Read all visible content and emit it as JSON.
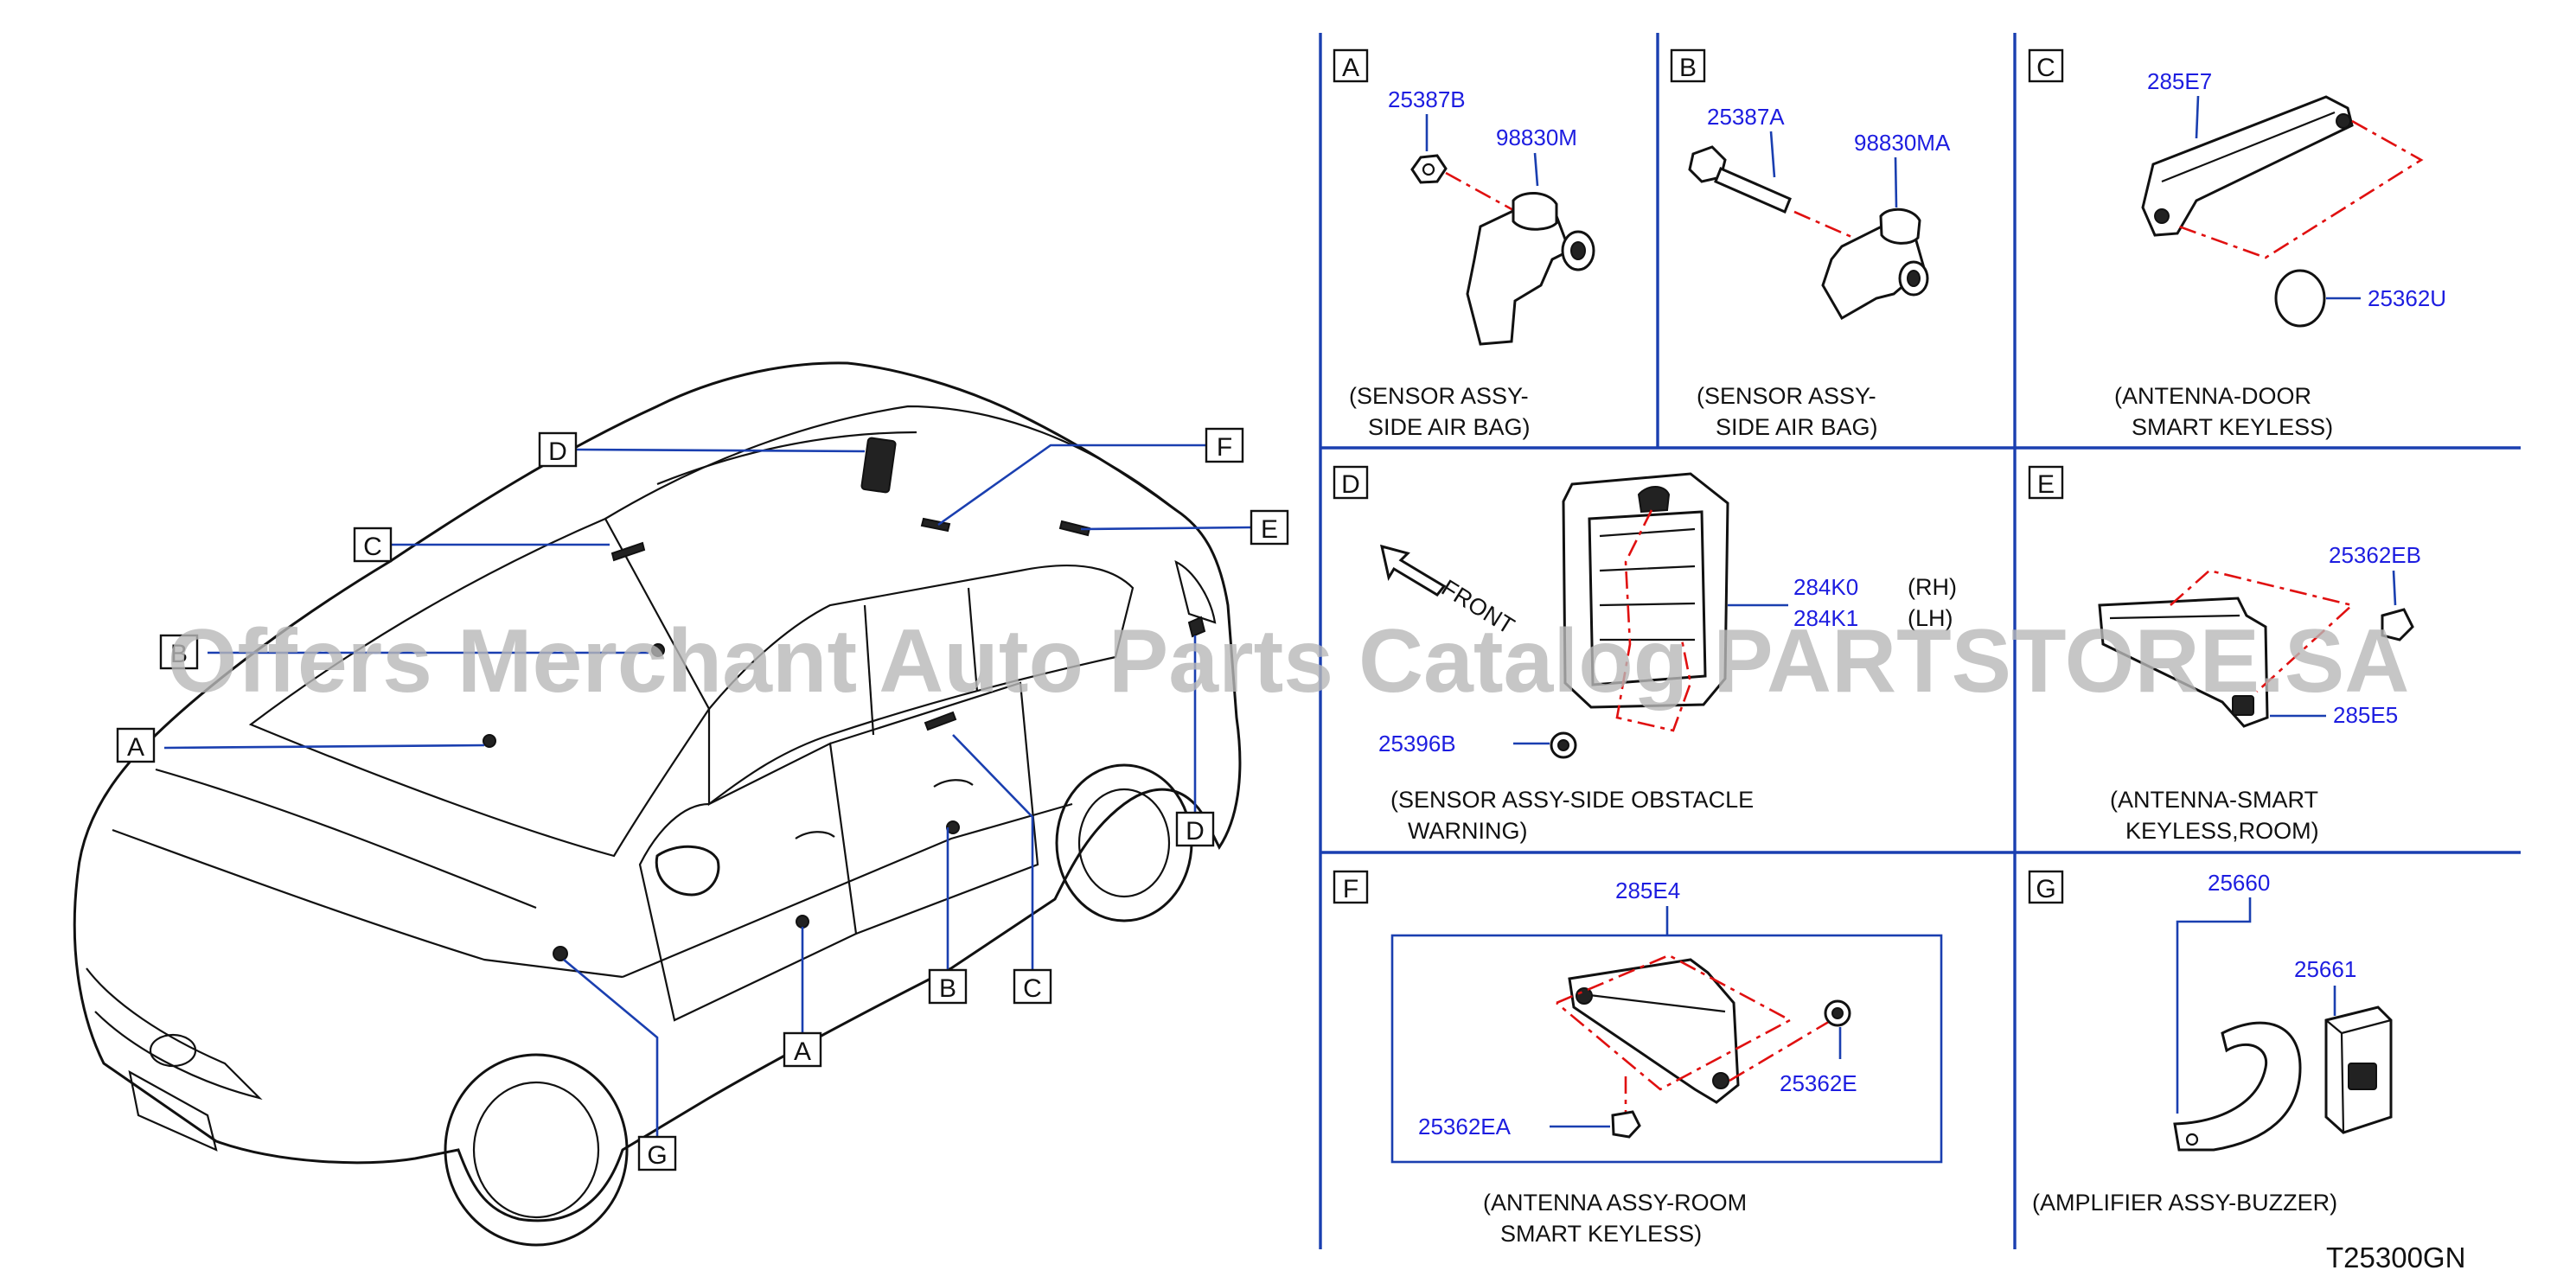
{
  "car_callouts": [
    "A",
    "B",
    "C",
    "D",
    "E",
    "F",
    "G"
  ],
  "sections": {
    "A": {
      "letter": "A",
      "parts": [
        "25387B",
        "98830M"
      ],
      "desc1": "(SENSOR   ASSY-",
      "desc2": "SIDE   AIR   BAG)"
    },
    "B": {
      "letter": "B",
      "parts": [
        "25387A",
        "98830MA"
      ],
      "desc1": "(SENSOR   ASSY-",
      "desc2": "SIDE   AIR   BAG)"
    },
    "C": {
      "letter": "C",
      "parts": [
        "285E7",
        "25362U"
      ],
      "desc1": "(ANTENNA-DOOR",
      "desc2": "SMART   KEYLESS)"
    },
    "D": {
      "letter": "D",
      "parts": [
        "284K0",
        "284K1",
        "25396B"
      ],
      "sides": [
        "(RH)",
        "(LH)"
      ],
      "front": "FRONT",
      "desc1": "(SENSOR   ASSY-SIDE   OBSTACLE",
      "desc2": "WARNING)"
    },
    "E": {
      "letter": "E",
      "parts": [
        "25362EB",
        "285E5"
      ],
      "desc1": "(ANTENNA-SMART",
      "desc2": "KEYLESS,ROOM)"
    },
    "F": {
      "letter": "F",
      "parts": [
        "285E4",
        "25362E",
        "25362EA"
      ],
      "desc1": "(ANTENNA   ASSY-ROOM",
      "desc2": "SMART   KEYLESS)"
    },
    "G": {
      "letter": "G",
      "parts": [
        "25660",
        "25661"
      ],
      "desc1": "(AMPLIFIER   ASSY-BUZZER)"
    }
  },
  "diagram_code": "T25300GN",
  "watermark": "Offers Merchant Auto Parts Catalog PARTSTORE.SA"
}
